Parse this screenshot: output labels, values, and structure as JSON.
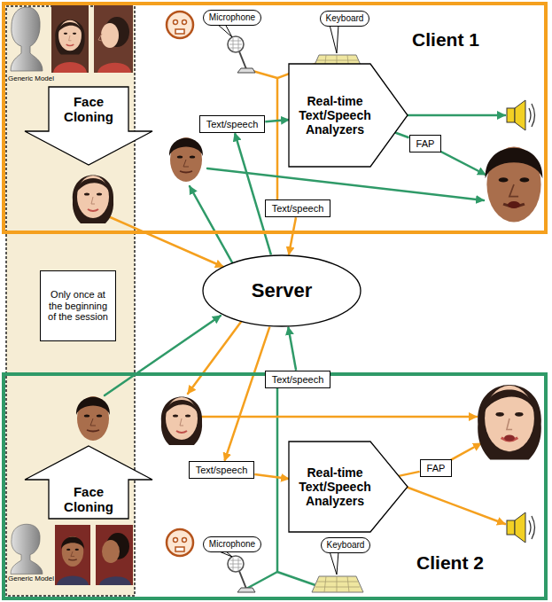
{
  "diagram": {
    "nodes": [
      {
        "text": [
          "Client 1"
        ]
      },
      {
        "text": [
          "Face Cloning"
        ],
        "in": 0
      },
      {
        "text": [
          "Microphone"
        ],
        "in": 0
      },
      {
        "text": [
          "Keyboard"
        ],
        "in": 0
      },
      {
        "text": [
          "Text/speech"
        ],
        "in": 0
      },
      {
        "text": [
          "Real-time Text/Speech Analyzers"
        ],
        "in": 0
      },
      {
        "text": [
          "FAP"
        ],
        "in": 0
      },
      {
        "text": [
          "Text/speech"
        ],
        "in": 0
      },
      {
        "text": [
          "Only once at the beginning of the session"
        ]
      },
      {
        "text": [
          "Server"
        ]
      },
      {
        "text": [
          "Client 2"
        ]
      },
      {
        "text": [
          "Text/speech"
        ]
      },
      {
        "text": [
          "Face Cloning"
        ],
        "in": 10
      },
      {
        "text": [
          "Text/speech"
        ],
        "in": 10
      },
      {
        "text": [
          "Real-time Text/Speech Analyzers"
        ],
        "in": 10
      },
      {
        "text": [
          "FAP"
        ],
        "in": 10
      },
      {
        "text": [
          "Microphone"
        ],
        "in": 10
      },
      {
        "text": [
          "Keyboard"
        ],
        "in": 10
      }
    ],
    "edges": [
      {
        "from": 7,
        "to": 9,
        "arrow": "to"
      },
      {
        "from": 9,
        "to": 4,
        "arrow": "to"
      },
      {
        "from": 4,
        "to": 5,
        "arrow": "to"
      },
      {
        "from": 5,
        "to": 6,
        "arrow": "none"
      },
      {
        "from": 11,
        "to": 9,
        "arrow": "to"
      },
      {
        "from": 9,
        "to": 13,
        "arrow": "to"
      },
      {
        "from": 13,
        "to": 14,
        "arrow": "to"
      },
      {
        "from": 14,
        "to": 15,
        "arrow": "none"
      }
    ],
    "labels": [
      "Generic Model",
      "Generic Model"
    ]
  }
}
